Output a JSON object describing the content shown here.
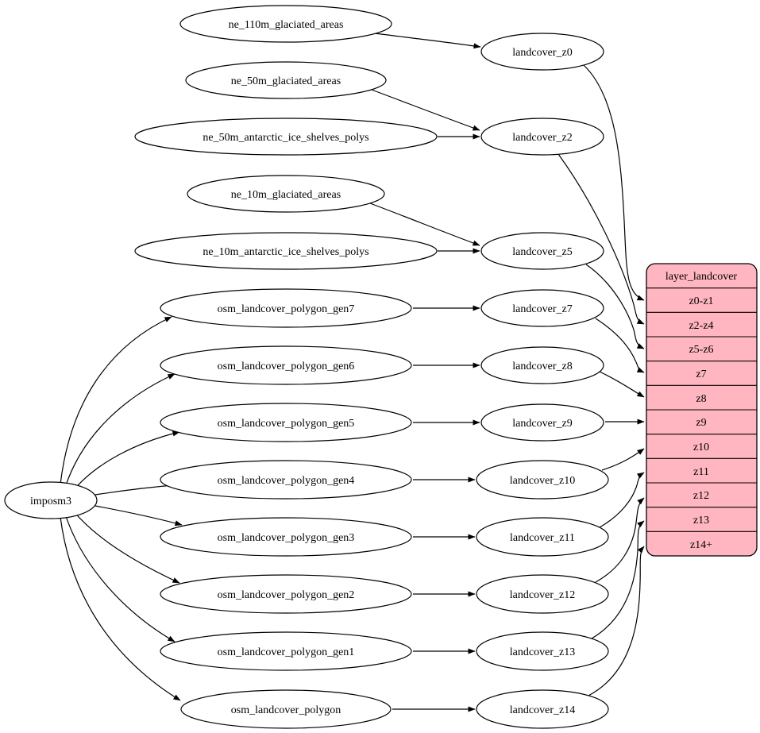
{
  "diagram": {
    "type": "etl-dependency-graph",
    "background": "#ffffff",
    "node_fill": "#ffffff",
    "edge_color": "#000000"
  },
  "nodes": {
    "imposm3": "imposm3",
    "ne_110m_glaciated_areas": "ne_110m_glaciated_areas",
    "ne_50m_glaciated_areas": "ne_50m_glaciated_areas",
    "ne_50m_antarctic_ice_shelves_polys": "ne_50m_antarctic_ice_shelves_polys",
    "ne_10m_glaciated_areas": "ne_10m_glaciated_areas",
    "ne_10m_antarctic_ice_shelves_polys": "ne_10m_antarctic_ice_shelves_polys",
    "osm_landcover_polygon_gen7": "osm_landcover_polygon_gen7",
    "osm_landcover_polygon_gen6": "osm_landcover_polygon_gen6",
    "osm_landcover_polygon_gen5": "osm_landcover_polygon_gen5",
    "osm_landcover_polygon_gen4": "osm_landcover_polygon_gen4",
    "osm_landcover_polygon_gen3": "osm_landcover_polygon_gen3",
    "osm_landcover_polygon_gen2": "osm_landcover_polygon_gen2",
    "osm_landcover_polygon_gen1": "osm_landcover_polygon_gen1",
    "osm_landcover_polygon": "osm_landcover_polygon",
    "landcover_z0": "landcover_z0",
    "landcover_z2": "landcover_z2",
    "landcover_z5": "landcover_z5",
    "landcover_z7": "landcover_z7",
    "landcover_z8": "landcover_z8",
    "landcover_z9": "landcover_z9",
    "landcover_z10": "landcover_z10",
    "landcover_z11": "landcover_z11",
    "landcover_z12": "landcover_z12",
    "landcover_z13": "landcover_z13",
    "landcover_z14": "landcover_z14"
  },
  "record": {
    "title": "layer_landcover",
    "rows": [
      "z0-z1",
      "z2-z4",
      "z5-z6",
      "z7",
      "z8",
      "z9",
      "z10",
      "z11",
      "z12",
      "z13",
      "z14+"
    ],
    "fill": "#ffb6c1",
    "border": "#000000"
  },
  "edges": {
    "sources_to_generalized": [
      [
        "ne_110m_glaciated_areas",
        "landcover_z0"
      ],
      [
        "ne_50m_glaciated_areas",
        "landcover_z2"
      ],
      [
        "ne_50m_antarctic_ice_shelves_polys",
        "landcover_z2"
      ],
      [
        "ne_10m_glaciated_areas",
        "landcover_z5"
      ],
      [
        "ne_10m_antarctic_ice_shelves_polys",
        "landcover_z5"
      ],
      [
        "osm_landcover_polygon_gen7",
        "landcover_z7"
      ],
      [
        "osm_landcover_polygon_gen6",
        "landcover_z8"
      ],
      [
        "osm_landcover_polygon_gen5",
        "landcover_z9"
      ],
      [
        "osm_landcover_polygon_gen4",
        "landcover_z10"
      ],
      [
        "osm_landcover_polygon_gen3",
        "landcover_z11"
      ],
      [
        "osm_landcover_polygon_gen2",
        "landcover_z12"
      ],
      [
        "osm_landcover_polygon_gen1",
        "landcover_z13"
      ],
      [
        "osm_landcover_polygon",
        "landcover_z14"
      ]
    ],
    "importer_to_tables": [
      [
        "imposm3",
        "osm_landcover_polygon_gen7"
      ],
      [
        "imposm3",
        "osm_landcover_polygon_gen6"
      ],
      [
        "imposm3",
        "osm_landcover_polygon_gen5"
      ],
      [
        "imposm3",
        "osm_landcover_polygon_gen4"
      ],
      [
        "imposm3",
        "osm_landcover_polygon_gen3"
      ],
      [
        "imposm3",
        "osm_landcover_polygon_gen2"
      ],
      [
        "imposm3",
        "osm_landcover_polygon_gen1"
      ],
      [
        "imposm3",
        "osm_landcover_polygon"
      ]
    ],
    "generalized_to_layer_rows": [
      [
        "landcover_z0",
        "z0-z1"
      ],
      [
        "landcover_z2",
        "z2-z4"
      ],
      [
        "landcover_z5",
        "z5-z6"
      ],
      [
        "landcover_z7",
        "z7"
      ],
      [
        "landcover_z8",
        "z8"
      ],
      [
        "landcover_z9",
        "z9"
      ],
      [
        "landcover_z10",
        "z10"
      ],
      [
        "landcover_z11",
        "z11"
      ],
      [
        "landcover_z12",
        "z12"
      ],
      [
        "landcover_z13",
        "z13"
      ],
      [
        "landcover_z14",
        "z14+"
      ]
    ]
  }
}
